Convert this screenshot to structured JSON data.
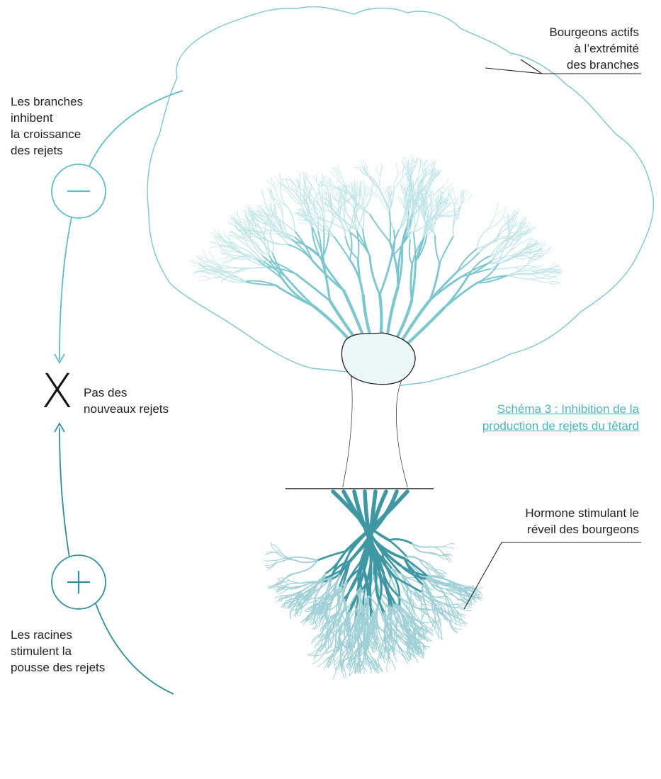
{
  "diagram": {
    "caption": [
      "Schéma 3 : Inhibition de la",
      "production de rejets du têtard"
    ],
    "labels": {
      "branches_inhibit": [
        "Les branches",
        "inhibent",
        "la croissance",
        "des rejets"
      ],
      "roots_stimulate": [
        "Les racines",
        "stimulent la",
        "pousse des rejets"
      ],
      "no_new_shoots": [
        "Pas des",
        "nouveaux rejets"
      ],
      "active_buds": [
        "Bourgeons actifs",
        "à l’extrémité",
        "des branches"
      ],
      "hormone": [
        "Hormone stimulant le",
        "réveil des bourgeons"
      ]
    },
    "symbols": {
      "inhibit": "−",
      "stimulate": "+",
      "result": "X"
    }
  },
  "colors": {
    "branch": "#7cc7cf",
    "branch_light": "#bfe4e8",
    "root": "#3e97a3",
    "root_light": "#9fd0d6",
    "trunk_outline": "#222222",
    "accent": "#4fb3bf"
  }
}
